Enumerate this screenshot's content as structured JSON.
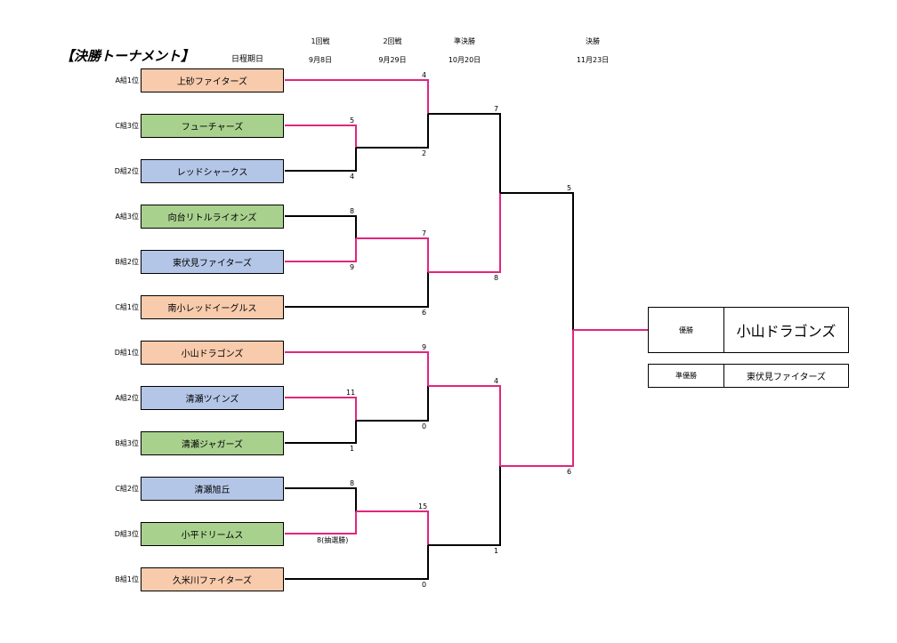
{
  "title": "【決勝トーナメント】",
  "schedule": {
    "label": "日程期日",
    "rounds": [
      {
        "name": "1回戦",
        "date": "9月8日"
      },
      {
        "name": "2回戦",
        "date": "9月29日"
      },
      {
        "name": "準決勝",
        "date": "10月20日"
      },
      {
        "name": "決勝",
        "date": "11月23日"
      }
    ]
  },
  "teams": [
    {
      "seed": "A組1位",
      "name": "上砂ファイターズ",
      "color": "#f8cbad"
    },
    {
      "seed": "C組3位",
      "name": "フューチャーズ",
      "color": "#a9d18e"
    },
    {
      "seed": "D組2位",
      "name": "レッドシャークス",
      "color": "#b4c6e7"
    },
    {
      "seed": "A組3位",
      "name": "向台リトルライオンズ",
      "color": "#a9d18e"
    },
    {
      "seed": "B組2位",
      "name": "東伏見ファイターズ",
      "color": "#b4c6e7"
    },
    {
      "seed": "C組1位",
      "name": "南小レッドイーグルス",
      "color": "#f8cbad"
    },
    {
      "seed": "D組1位",
      "name": "小山ドラゴンズ",
      "color": "#f8cbad"
    },
    {
      "seed": "A組2位",
      "name": "清瀬ツインズ",
      "color": "#b4c6e7"
    },
    {
      "seed": "B組3位",
      "name": "清瀬ジャガーズ",
      "color": "#a9d18e"
    },
    {
      "seed": "C組2位",
      "name": "清瀬旭丘",
      "color": "#b4c6e7"
    },
    {
      "seed": "D組3位",
      "name": "小平ドリームス",
      "color": "#a9d18e"
    },
    {
      "seed": "B組1位",
      "name": "久米川ファイターズ",
      "color": "#f8cbad"
    }
  ],
  "scores": {
    "r1_a": [
      "5",
      "4"
    ],
    "r1_b": [
      "8",
      "9"
    ],
    "r1_c": [
      "11",
      "1"
    ],
    "r1_d": [
      "8",
      "8(抽選勝)"
    ],
    "r2_a": [
      "4",
      "2"
    ],
    "r2_b": [
      "7",
      "6"
    ],
    "r2_c": [
      "9",
      "0"
    ],
    "r2_d": [
      "15",
      "0"
    ],
    "sf_a": [
      "7",
      "8"
    ],
    "sf_b": [
      "4",
      "1"
    ],
    "final": [
      "5",
      "6"
    ]
  },
  "results": {
    "champion_label": "優勝",
    "champion": "小山ドラゴンズ",
    "runnerup_label": "準優勝",
    "runnerup": "東伏見ファイターズ"
  },
  "colors": {
    "winner_line": "#e0267e",
    "loser_line": "#000000"
  }
}
